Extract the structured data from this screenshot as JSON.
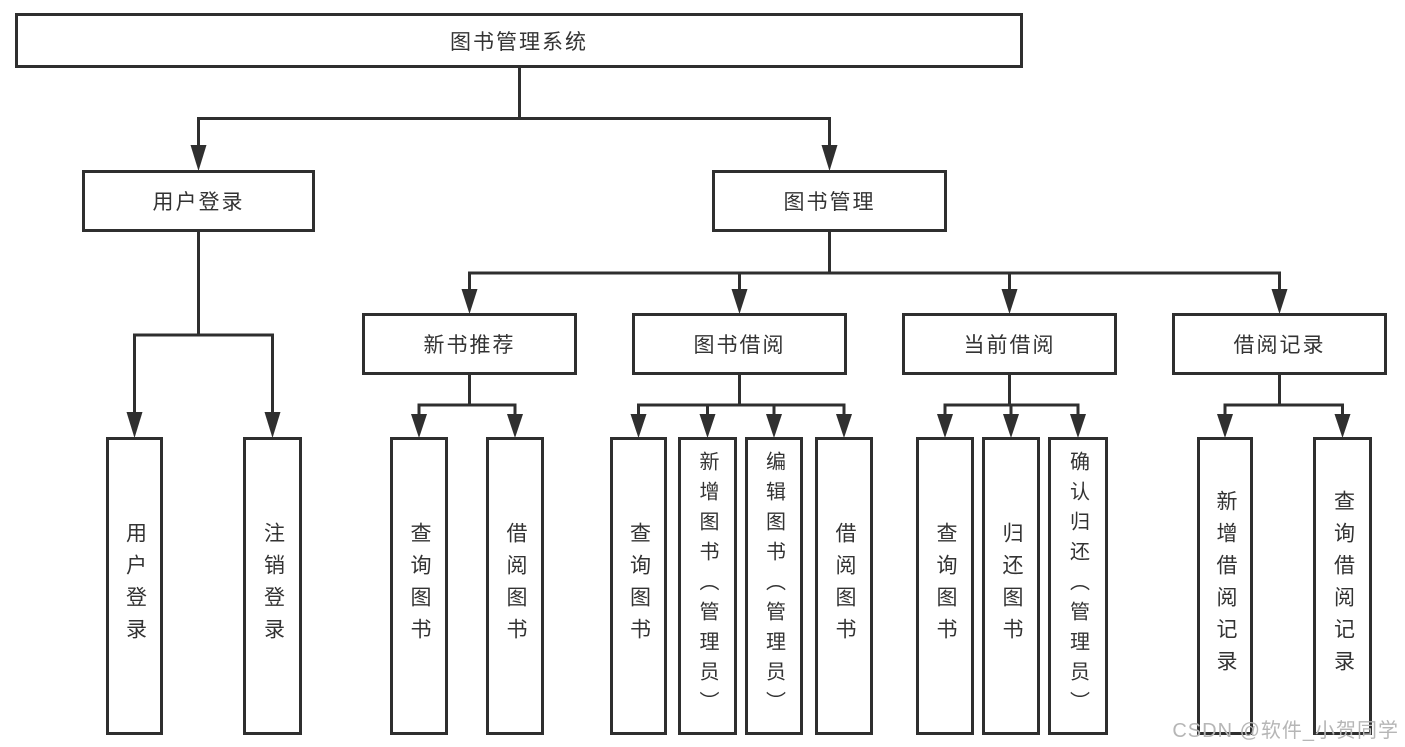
{
  "diagram": {
    "root": {
      "label": "图书管理系统"
    },
    "branches": [
      {
        "label": "用户登录",
        "children": [
          {
            "label": "用户登录"
          },
          {
            "label": "注销登录"
          }
        ]
      },
      {
        "label": "图书管理",
        "children": [
          {
            "label": "新书推荐",
            "children": [
              {
                "label": "查询图书"
              },
              {
                "label": "借阅图书"
              }
            ]
          },
          {
            "label": "图书借阅",
            "children": [
              {
                "label": "查询图书"
              },
              {
                "label": "新增图书（管理员）"
              },
              {
                "label": "编辑图书（管理员）"
              },
              {
                "label": "借阅图书"
              }
            ]
          },
          {
            "label": "当前借阅",
            "children": [
              {
                "label": "查询图书"
              },
              {
                "label": "归还图书"
              },
              {
                "label": "确认归还（管理员）"
              }
            ]
          },
          {
            "label": "借阅记录",
            "children": [
              {
                "label": "新增借阅记录"
              },
              {
                "label": "查询借阅记录"
              }
            ]
          }
        ]
      }
    ]
  },
  "watermark": {
    "text": "CSDN @软件_小贺同学"
  },
  "colors": {
    "line": "#2f2f2f",
    "box_border": "#2f2f2f",
    "box_fill": "#ffffff",
    "text": "#333333",
    "background": "#ffffff",
    "watermark": "#b6b6b6"
  }
}
